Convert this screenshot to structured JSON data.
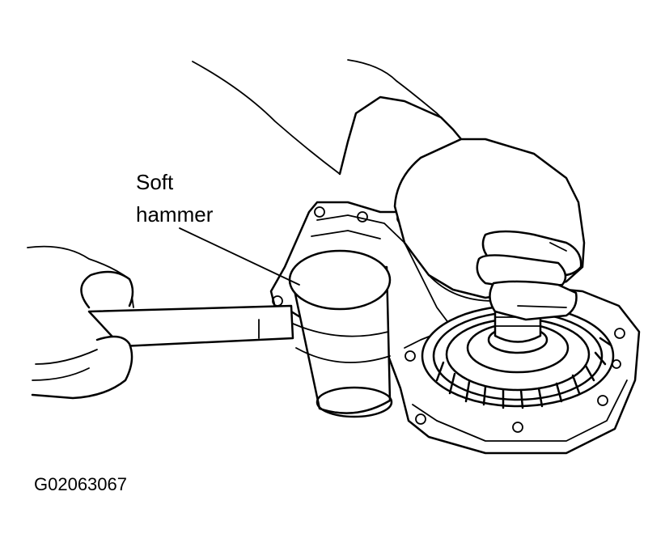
{
  "figure": {
    "callout_line_1": "Soft",
    "callout_line_2": "hammer",
    "figure_id": "G02063067"
  }
}
